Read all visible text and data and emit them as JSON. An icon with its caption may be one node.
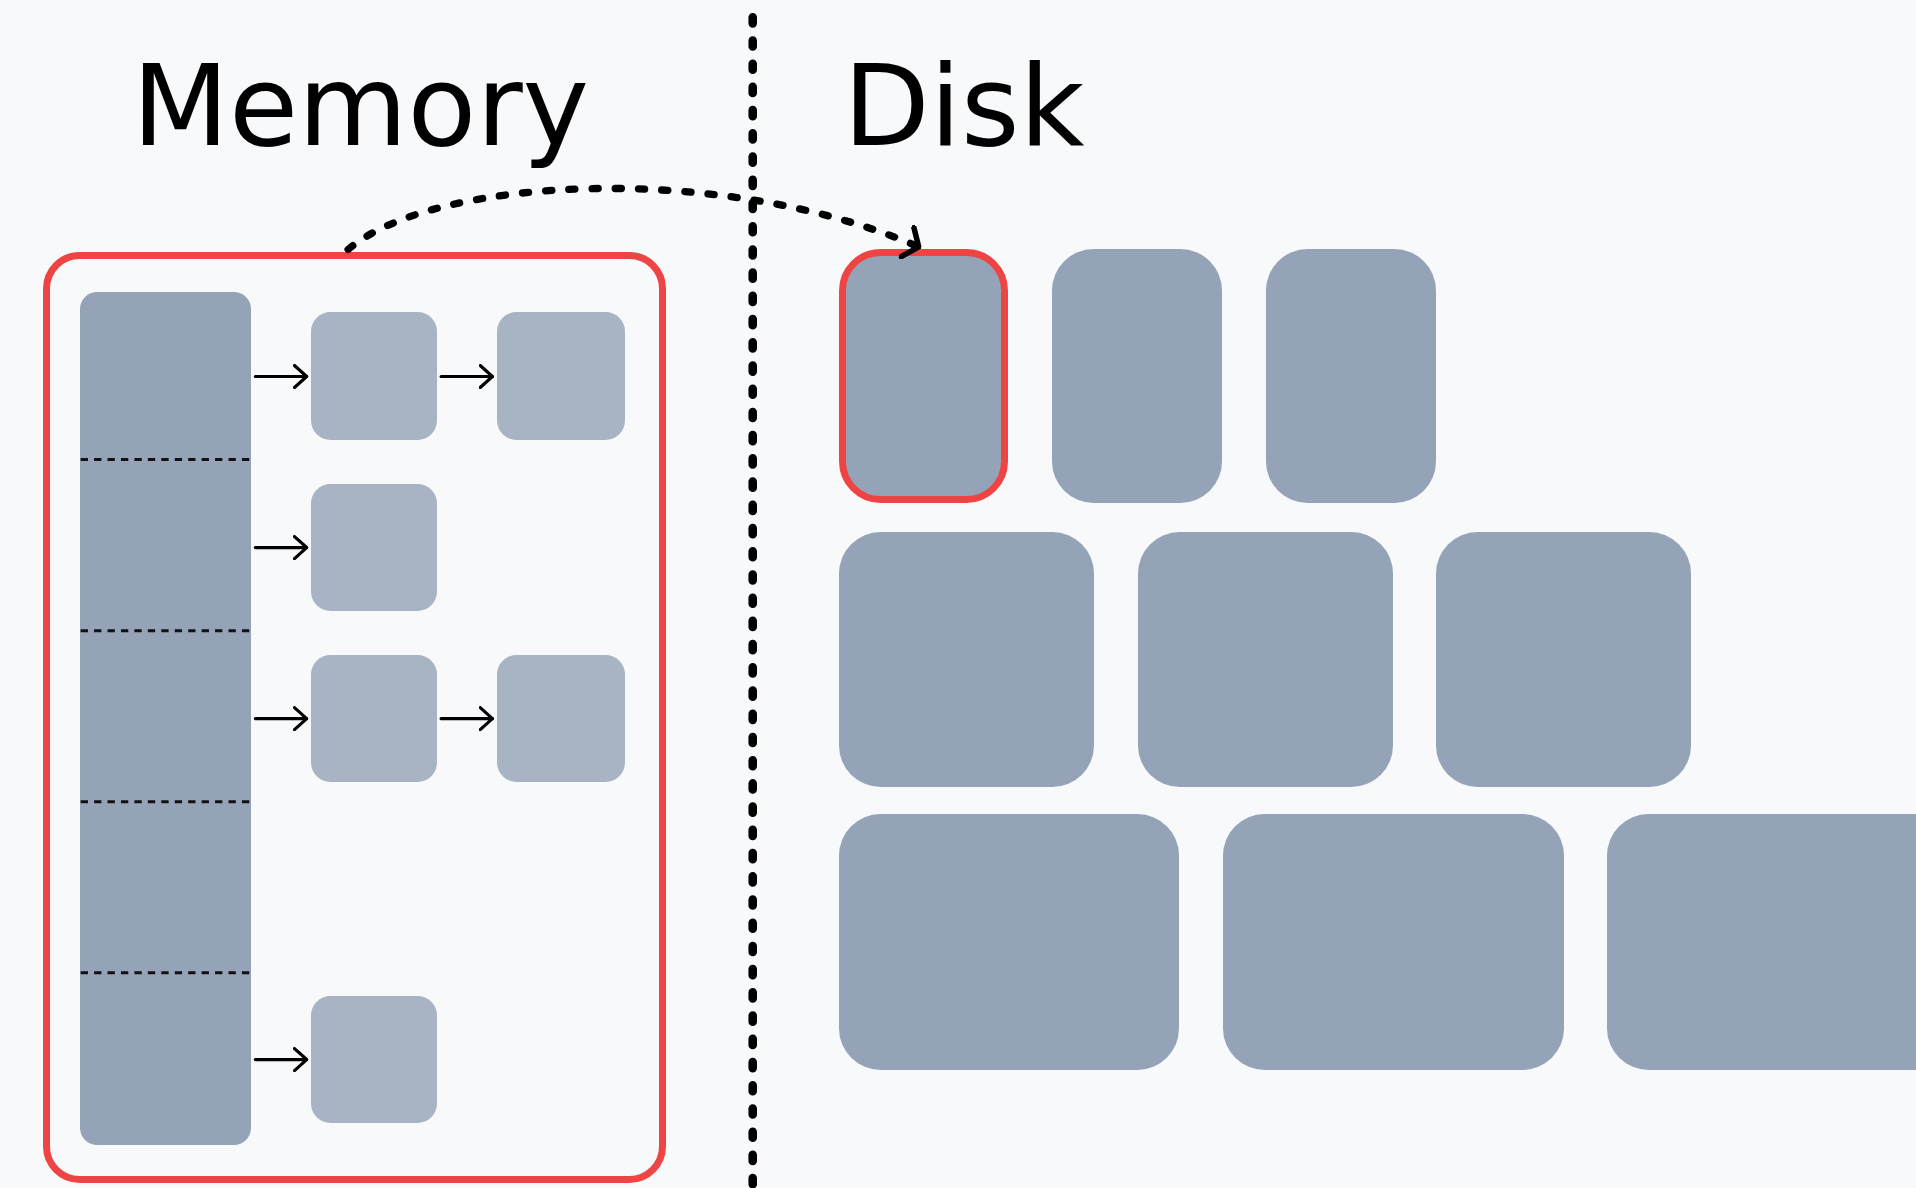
{
  "diagram": {
    "nodes": [
      {
        "text": [],
        "shape": "box"
      },
      {
        "text": [],
        "shape": "bar",
        "in": 0
      },
      {
        "text": [],
        "shape": "box",
        "in": 0
      },
      {
        "text": [],
        "shape": "box",
        "in": 0
      },
      {
        "text": [],
        "shape": "box",
        "in": 0
      },
      {
        "text": [],
        "shape": "box",
        "in": 0
      },
      {
        "text": [],
        "shape": "box",
        "in": 0
      },
      {
        "text": [],
        "shape": "box",
        "in": 0
      },
      {
        "text": [],
        "shape": "box"
      },
      {
        "text": [],
        "shape": "box"
      },
      {
        "text": [],
        "shape": "box"
      },
      {
        "text": [],
        "shape": "box"
      },
      {
        "text": [],
        "shape": "box"
      },
      {
        "text": [],
        "shape": "box"
      },
      {
        "text": [],
        "shape": "box"
      },
      {
        "text": [],
        "shape": "box"
      },
      {
        "text": [],
        "shape": "box"
      }
    ],
    "edges": [
      {
        "from": 1,
        "to": 2,
        "arrow": "to"
      },
      {
        "from": 2,
        "to": 3,
        "arrow": "to"
      },
      {
        "from": 1,
        "to": 4,
        "arrow": "to"
      },
      {
        "from": 1,
        "to": 5,
        "arrow": "to"
      },
      {
        "from": 5,
        "to": 6,
        "arrow": "to"
      },
      {
        "from": 1,
        "to": 7,
        "arrow": "to"
      },
      {
        "from": 0,
        "to": 8,
        "arrow": "to",
        "style": "dashed"
      }
    ],
    "labels": [
      "Memory",
      "Disk"
    ]
  }
}
